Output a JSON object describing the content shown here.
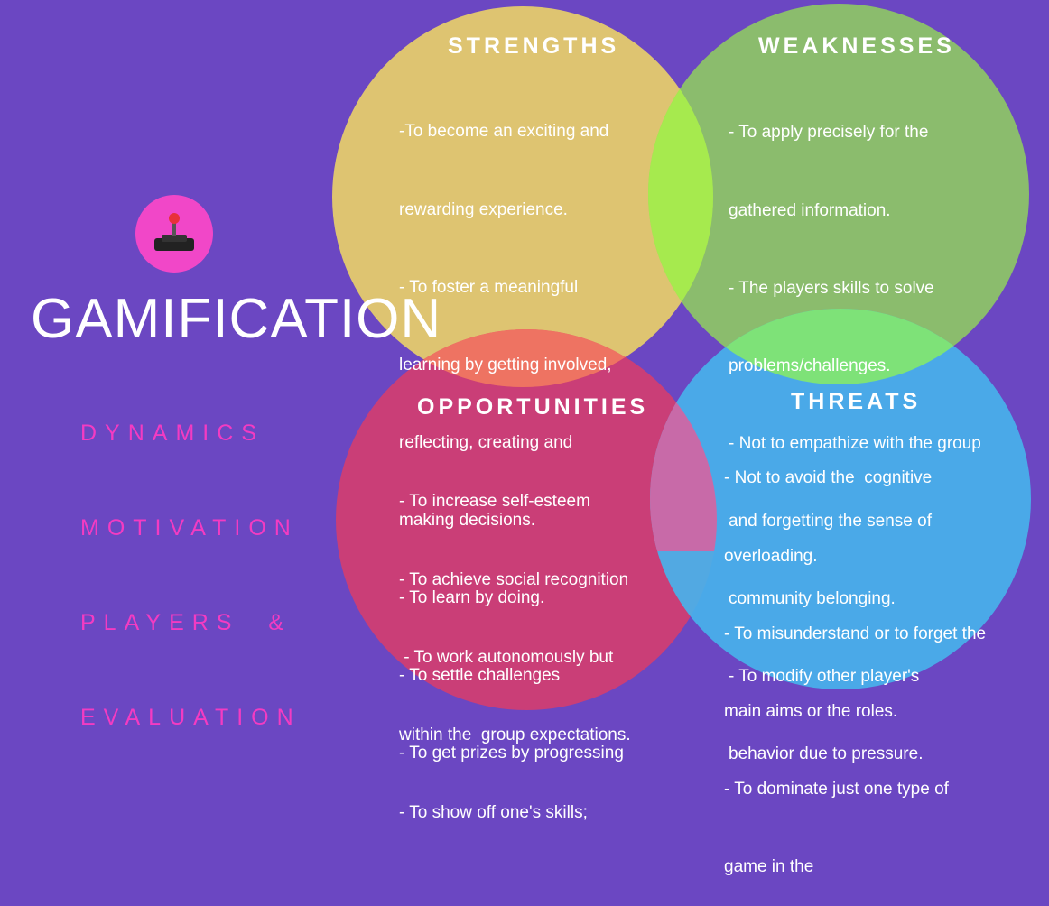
{
  "left": {
    "icon": "joystick-icon",
    "title": "GAMIFICATION",
    "subtitle_lines": [
      "DYNAMICS",
      "MOTIVATION",
      "PLAYERS  &",
      "EVALUATION"
    ]
  },
  "colors": {
    "background": "#6b47c2",
    "strengths": "#e2c86e",
    "weaknesses": "#92d65a",
    "opportunities": "#e23c64",
    "threats": "#48b2eb",
    "accent_pink": "#f147c8"
  },
  "strengths": {
    "heading": "STRENGTHS",
    "lines": [
      "-To become an exciting and",
      "rewarding experience.",
      "- To foster a meaningful",
      "learning by getting involved,",
      "reflecting, creating and",
      "making decisions.",
      "- To learn by doing.",
      "- To settle challenges",
      "- To get prizes by progressing"
    ]
  },
  "weaknesses": {
    "heading": "WEAKNESSES",
    "lines": [
      "- To apply precisely for the",
      "gathered information.",
      "- The players skills to solve",
      "problems/challenges.",
      "- Not to empathize with the group",
      "and forgetting the sense of",
      "community belonging.",
      "- To modify other player's",
      "behavior due to pressure."
    ]
  },
  "opportunities": {
    "heading": "OPPORTUNITIES",
    "lines": [
      "- To increase self-esteem",
      "- To achieve social recognition",
      " - To work autonomously but",
      "within the  group expectations.",
      "- To show off one's skills;"
    ]
  },
  "threats": {
    "heading": "THREATS",
    "lines": [
      "- Not to avoid the  cognitive",
      "overloading.",
      "- To misunderstand or to forget the",
      "main aims or the roles.",
      "- To dominate just one type of",
      "game in the"
    ]
  }
}
